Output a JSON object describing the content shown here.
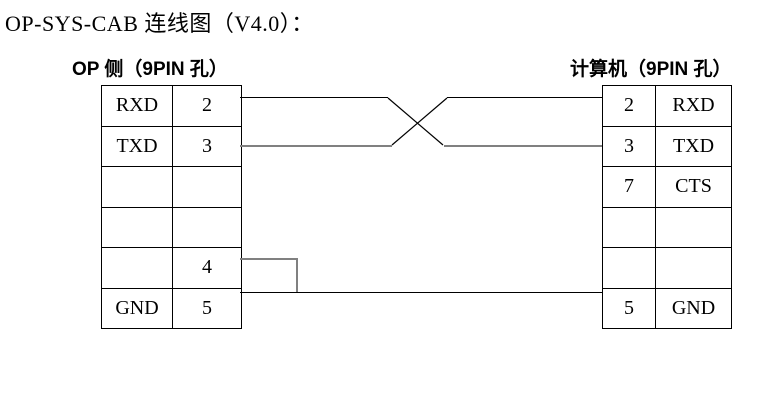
{
  "title": "OP-SYS-CAB 连线图（V4.0）：",
  "left_table": {
    "header": "OP 侧（9PIN 孔）",
    "rows": [
      [
        "RXD",
        "2"
      ],
      [
        "TXD",
        "3"
      ],
      [
        "",
        ""
      ],
      [
        "",
        ""
      ],
      [
        "",
        "4"
      ],
      [
        "GND",
        "5"
      ]
    ]
  },
  "right_table": {
    "header": "计算机（9PIN 孔）",
    "rows": [
      [
        "2",
        "RXD"
      ],
      [
        "3",
        "TXD"
      ],
      [
        "7",
        "CTS"
      ],
      [
        "",
        ""
      ],
      [
        "",
        ""
      ],
      [
        "5",
        "GND"
      ]
    ]
  },
  "wires": [
    {
      "from": "OP pin 2 RXD",
      "to": "PC pin 3 TXD",
      "style": "crossed"
    },
    {
      "from": "OP pin 3 TXD",
      "to": "PC pin 2 RXD",
      "style": "crossed"
    },
    {
      "from": "OP pin 4",
      "to": "OP GND line",
      "style": "jumper-loop"
    },
    {
      "from": "OP pin 5 GND",
      "to": "PC pin 5 GND",
      "style": "straight"
    }
  ],
  "colors": {
    "wire_black": "#000000",
    "wire_gray": "#808080",
    "border": "#000000",
    "background": "#ffffff"
  }
}
